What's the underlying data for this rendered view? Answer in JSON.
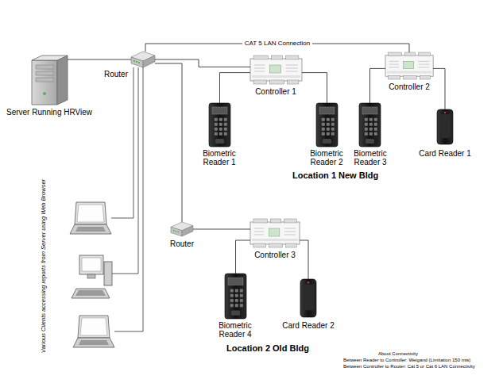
{
  "diagram": {
    "nodes": [
      {
        "text": [
          "Server Running HRView"
        ]
      },
      {
        "text": [
          "Router"
        ]
      },
      {
        "text": [
          "Controller 1"
        ]
      },
      {
        "text": [
          "Controller 2"
        ]
      },
      {
        "text": [
          "Biometric Reader 1"
        ]
      },
      {
        "text": [
          "Biometric Reader 2"
        ]
      },
      {
        "text": [
          "Biometric Reader 3"
        ]
      },
      {
        "text": [
          "Card Reader 1"
        ]
      },
      {
        "text": [
          "Router"
        ]
      },
      {
        "text": [
          "Controller 3"
        ]
      },
      {
        "text": [
          "Biometric Reader 4"
        ]
      },
      {
        "text": [
          "Card Reader 2"
        ]
      }
    ],
    "edges": [
      {
        "from": 0,
        "to": 1,
        "arrow": "none"
      },
      {
        "from": 1,
        "to": 2,
        "arrow": "none"
      },
      {
        "from": 1,
        "to": 3,
        "label": "CAT 5 LAN Connection",
        "arrow": "none"
      },
      {
        "from": 2,
        "to": 4,
        "arrow": "none"
      },
      {
        "from": 2,
        "to": 5,
        "arrow": "none"
      },
      {
        "from": 3,
        "to": 6,
        "arrow": "none"
      },
      {
        "from": 3,
        "to": 7,
        "arrow": "none"
      },
      {
        "from": 1,
        "to": 8,
        "arrow": "none"
      },
      {
        "from": 8,
        "to": 9,
        "arrow": "none"
      },
      {
        "from": 9,
        "to": 10,
        "arrow": "none"
      },
      {
        "from": 9,
        "to": 11,
        "arrow": "none"
      }
    ],
    "labels": [
      "Location 1 New Bldg",
      "Various Clients accessing reports from Server using Web Browser",
      "Location 2 Old Bldg",
      "About Connectivity",
      "Between Reader to Controller: Weigand (Limitation 150 mts)",
      "Between Controller to Router: Cat 5 or Cat 6 LAN Connectivity"
    ]
  }
}
